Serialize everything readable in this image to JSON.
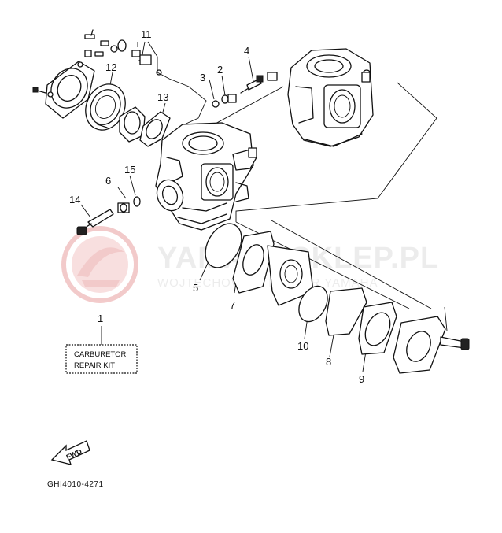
{
  "diagram": {
    "part_numbers": [
      "1",
      "2",
      "3",
      "4",
      "5",
      "6",
      "7",
      "8",
      "9",
      "10",
      "11",
      "12",
      "13",
      "14",
      "15"
    ],
    "kit_box": {
      "line1": "CARBURETOR",
      "line2": "REPAIR KIT"
    },
    "fwd_label": "FWD",
    "drawing_code": "GHI4010-4271",
    "watermark": {
      "title": "YAMAHASKLEP.PL",
      "subtitle": "WOJTECHOWSKI DEALER YAMAHA"
    }
  },
  "colors": {
    "ink": "#111111",
    "watermark": "#e9a0a0",
    "watermark_text": "#dddddd"
  }
}
